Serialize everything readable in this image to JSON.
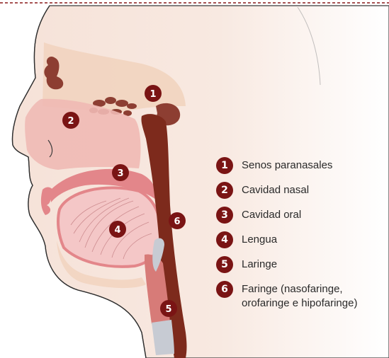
{
  "diagram": {
    "badges": [
      {
        "number": "1",
        "part": "senos-paranasales"
      },
      {
        "number": "2",
        "part": "cavidad-nasal"
      },
      {
        "number": "3",
        "part": "cavidad-oral"
      },
      {
        "number": "4",
        "part": "lengua"
      },
      {
        "number": "5",
        "part": "laringe"
      },
      {
        "number": "6",
        "part": "faringe"
      }
    ],
    "legend": [
      {
        "number": "1",
        "label": "Senos paranasales"
      },
      {
        "number": "2",
        "label": "Cavidad nasal"
      },
      {
        "number": "3",
        "label": "Cavidad oral"
      },
      {
        "number": "4",
        "label": "Lengua"
      },
      {
        "number": "5",
        "label": "Laringe"
      },
      {
        "number": "6",
        "label": "Faringe (nasofaringe,",
        "label_line2": "orofaringe e hipofaringe)"
      }
    ]
  },
  "colors": {
    "skin": "#f7e7de",
    "sinus_area": "#f1d2bd",
    "nasal": "#f0b9b4",
    "tongue": "#f4c7c7",
    "oral": "#e3868a",
    "pharynx": "#7d2a1c",
    "sinus_dark": "#8d3e32",
    "larynx": "#d77b78",
    "cartilage": "#c7cbd3",
    "badge": "#7a1414",
    "dashed_border": "#8a1a1a"
  }
}
